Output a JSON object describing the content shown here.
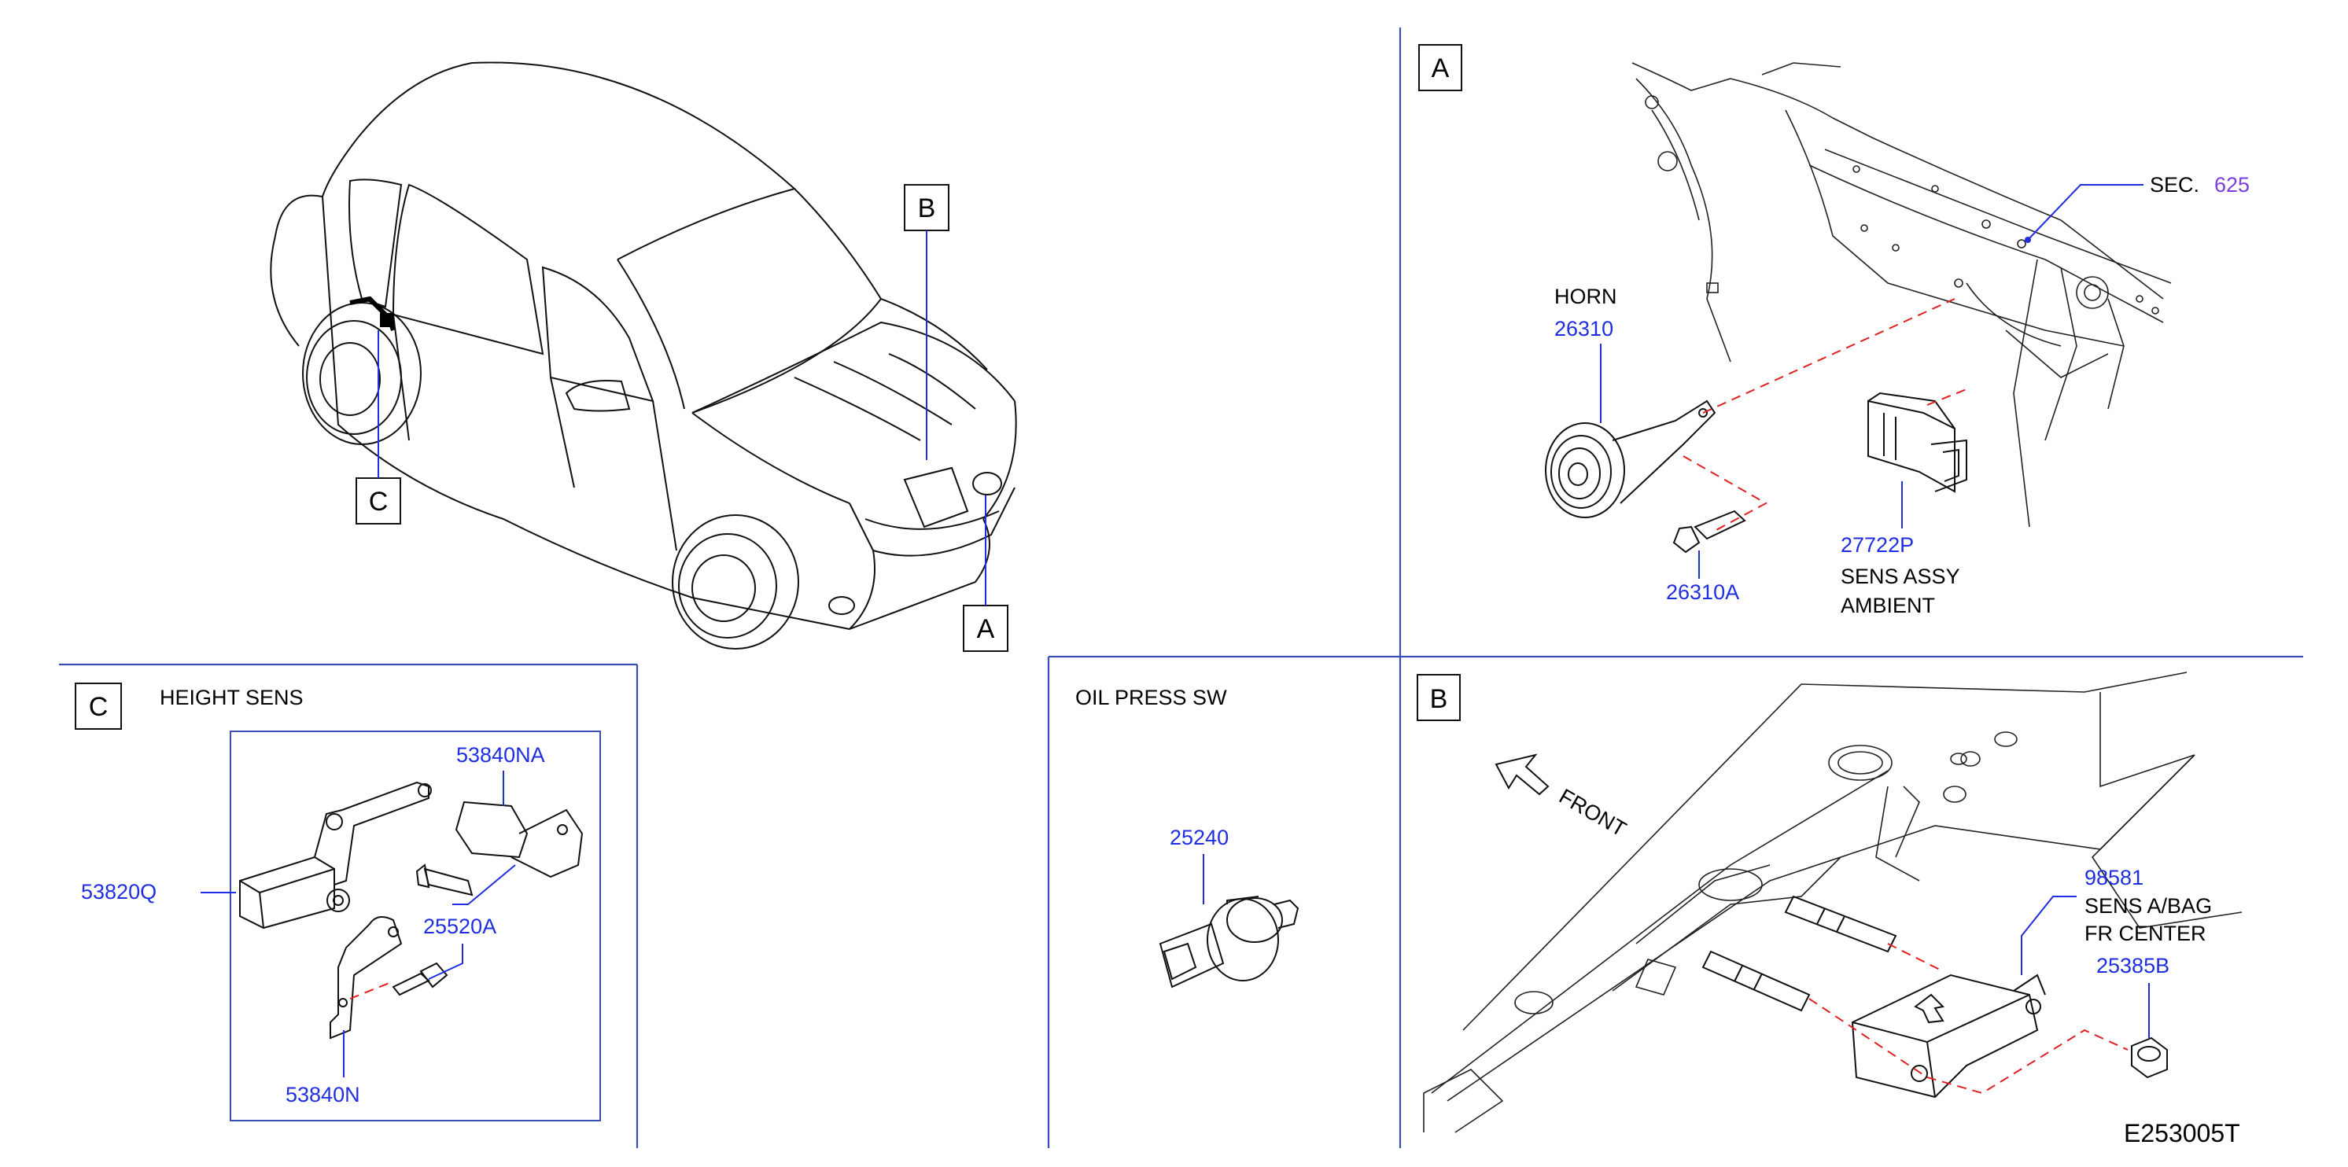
{
  "refs": {
    "a": "A",
    "b": "B",
    "c": "C"
  },
  "panel_a": {
    "sec_label": "SEC.",
    "sec_number": "625",
    "horn": {
      "name": "HORN",
      "part": "26310"
    },
    "bolt_part": "26310A",
    "sensor": {
      "part": "27722P",
      "name_line1": "SENS   ASSY",
      "name_line2": "AMBIENT"
    }
  },
  "panel_c": {
    "title": "HEIGHT   SENS",
    "parts": {
      "sensor": "53820Q",
      "bracket_upper": "53840NA",
      "bolt": "25520A",
      "bracket_lower": "53840N"
    }
  },
  "panel_oil": {
    "title": "OIL   PRESS   SW",
    "part": "25240"
  },
  "panel_b": {
    "front_label": "FRONT",
    "sensor": {
      "part": "98581",
      "name_line1": "SENS   A/BAG",
      "name_line2": "FR   CENTER"
    },
    "nut_part": "25385B"
  },
  "figure_code": "E253005T",
  "colors": {
    "part_number": "#1f2ee0",
    "divider": "#3a4fb3",
    "dashed_line": "#e02020",
    "line_art": "#111111"
  }
}
